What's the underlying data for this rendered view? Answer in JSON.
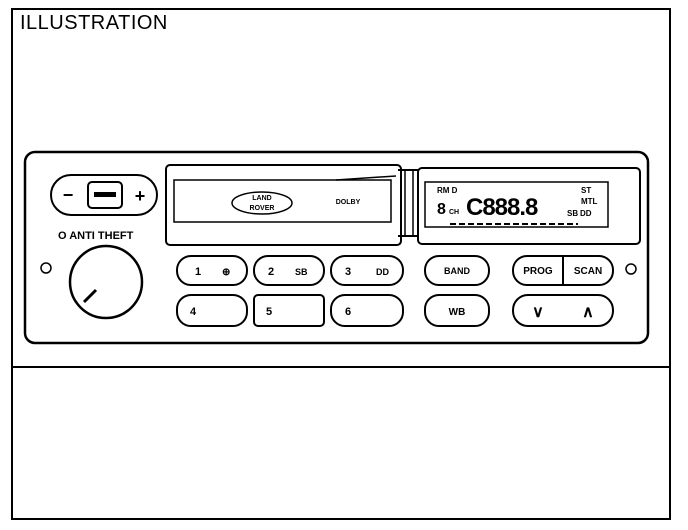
{
  "header": {
    "title": "ILLUSTRATION"
  },
  "radio": {
    "volume": {
      "minus": "−",
      "plus": "+"
    },
    "anti_theft_label": "O ANTI  THEFT",
    "logo_text_top": "LAND",
    "logo_text_bottom": "ROVER",
    "cassette_label": "DOLBY",
    "display": {
      "rmd": "RM D",
      "band_indicator": "8",
      "ch": "CH",
      "digits": "C888.8",
      "st": "ST",
      "mtl": "MTL",
      "sb": "SB",
      "dd": "DD"
    },
    "presets": [
      {
        "num": "1",
        "sub": "⊕"
      },
      {
        "num": "2",
        "sub": "SB"
      },
      {
        "num": "3",
        "sub": "DD"
      },
      {
        "num": "4",
        "sub": ""
      },
      {
        "num": "5",
        "sub": ""
      },
      {
        "num": "6",
        "sub": ""
      }
    ],
    "buttons": {
      "band": "BAND",
      "wb": "WB",
      "prog": "PROG",
      "scan": "SCAN",
      "down": "∨",
      "up": "∧"
    }
  }
}
